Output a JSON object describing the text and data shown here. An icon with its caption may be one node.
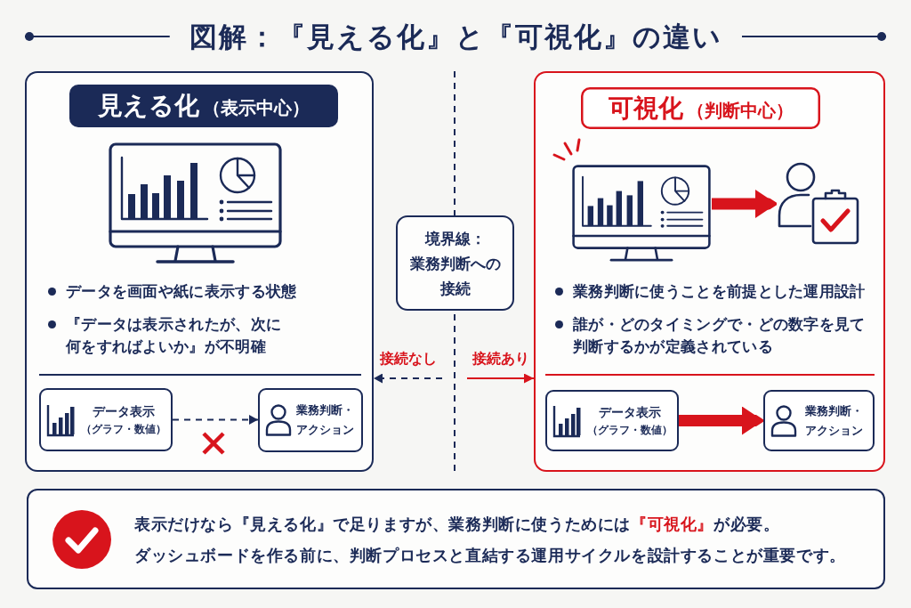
{
  "diagram": {
    "title": "図解：『見える化』と『可視化』の違い",
    "nodes": [
      {
        "text": [
          "データを画面や紙に表示する状態",
          "『データは表示されたが、次に何をすればよいか』が不明確"
        ]
      },
      {
        "text": [
          "見える化",
          "（表示中心）"
        ],
        "in": 0
      },
      {
        "text": [
          "データ表示",
          "（グラフ・数値）"
        ],
        "in": 0
      },
      {
        "text": [
          "業務判断・アクション"
        ],
        "in": 0
      },
      {
        "text": [
          "境界線：業務判断への接続"
        ]
      },
      {
        "text": [
          "業務判断に使うことを前提とした運用設計",
          "誰が・どのタイミングで・どの数字を見て判断するかが定義されている"
        ]
      },
      {
        "text": [
          "可視化",
          "（判断中心）"
        ],
        "in": 5
      },
      {
        "text": [],
        "shape": "picture",
        "in": 5
      },
      {
        "text": [],
        "shape": "picture",
        "in": 5
      },
      {
        "text": [
          "データ表示",
          "（グラフ・数値）"
        ],
        "in": 5
      },
      {
        "text": [
          "業務判断・アクション"
        ],
        "in": 5
      },
      {
        "text": [
          "表示だけなら『見える化』で足りますが、業務判断に使うためには**『可視化』**が必要。",
          "ダッシュボードを作る前に、判断プロセスと直結する運用サイクルを設計することが重要です。"
        ]
      }
    ],
    "edges": [
      {
        "from": 2,
        "to": 3,
        "arrow": "to",
        "style": "dashed",
        "color": "#1b2a57"
      },
      {
        "from": null,
        "to": 0,
        "arrow": "to",
        "label": "接続なし",
        "style": "dashed",
        "color": "#1b2a57"
      },
      {
        "from": null,
        "to": 5,
        "arrow": "to",
        "label": "接続あり"
      },
      {
        "from": 7,
        "to": 8,
        "arrow": "to",
        "style": "thick"
      },
      {
        "from": 9,
        "to": 10,
        "arrow": "to",
        "style": "thick"
      }
    ]
  }
}
